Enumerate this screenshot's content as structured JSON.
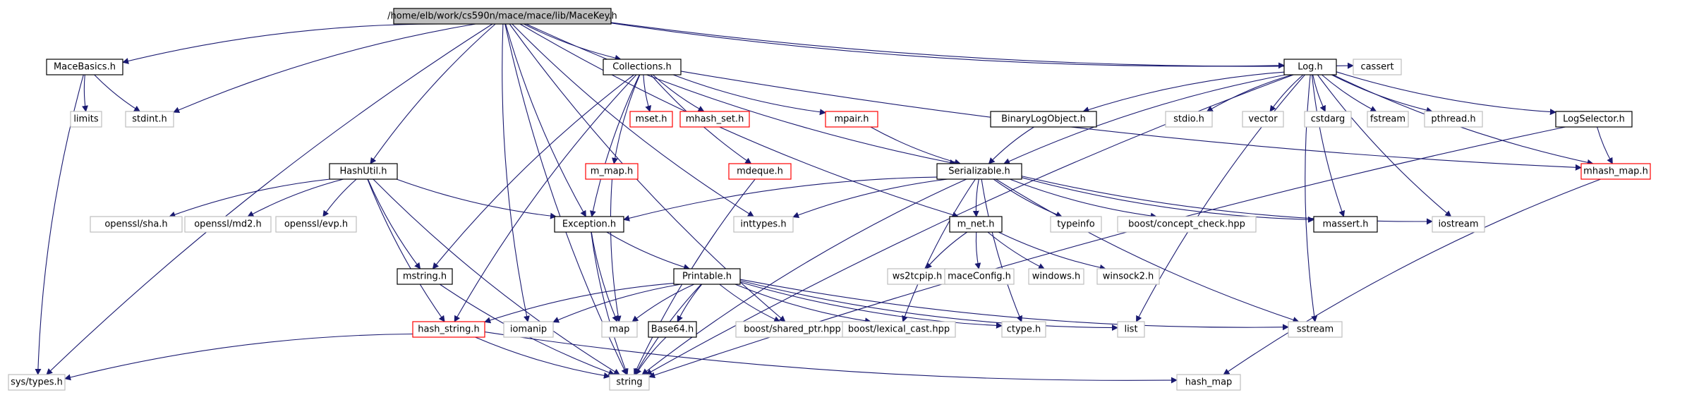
{
  "colors": {
    "edge": "#191970",
    "border_documented": "#000000",
    "border_external": "#bfbfbf",
    "border_incomplete": "#ff0000",
    "fill_root": "#bfbfbf",
    "fill_default": "#ffffff"
  },
  "nodes": [
    {
      "id": "macekey",
      "label": "/home/elb/work/cs590n/mace/mace/lib/MaceKey.h",
      "kind": "root"
    },
    {
      "id": "macebasics",
      "label": "MaceBasics.h",
      "kind": "documented"
    },
    {
      "id": "collections",
      "label": "Collections.h",
      "kind": "documented"
    },
    {
      "id": "log",
      "label": "Log.h",
      "kind": "documented"
    },
    {
      "id": "cassert",
      "label": "cassert",
      "kind": "external"
    },
    {
      "id": "limits",
      "label": "limits",
      "kind": "external"
    },
    {
      "id": "stdint",
      "label": "stdint.h",
      "kind": "external"
    },
    {
      "id": "mset",
      "label": "mset.h",
      "kind": "incomplete"
    },
    {
      "id": "mhashset",
      "label": "mhash_set.h",
      "kind": "incomplete"
    },
    {
      "id": "mpair",
      "label": "mpair.h",
      "kind": "incomplete"
    },
    {
      "id": "binlog",
      "label": "BinaryLogObject.h",
      "kind": "documented"
    },
    {
      "id": "stdio",
      "label": "stdio.h",
      "kind": "external"
    },
    {
      "id": "vector",
      "label": "vector",
      "kind": "external"
    },
    {
      "id": "cstdarg",
      "label": "cstdarg",
      "kind": "external"
    },
    {
      "id": "fstream",
      "label": "fstream",
      "kind": "external"
    },
    {
      "id": "pthread",
      "label": "pthread.h",
      "kind": "external"
    },
    {
      "id": "logselector",
      "label": "LogSelector.h",
      "kind": "documented"
    },
    {
      "id": "hashutil",
      "label": "HashUtil.h",
      "kind": "documented"
    },
    {
      "id": "mmap",
      "label": "m_map.h",
      "kind": "incomplete"
    },
    {
      "id": "mdeque",
      "label": "mdeque.h",
      "kind": "incomplete"
    },
    {
      "id": "serializable",
      "label": "Serializable.h",
      "kind": "documented"
    },
    {
      "id": "mhashmap",
      "label": "mhash_map.h",
      "kind": "incomplete"
    },
    {
      "id": "sha",
      "label": "openssl/sha.h",
      "kind": "external"
    },
    {
      "id": "md2",
      "label": "openssl/md2.h",
      "kind": "external"
    },
    {
      "id": "evp",
      "label": "openssl/evp.h",
      "kind": "external"
    },
    {
      "id": "exception",
      "label": "Exception.h",
      "kind": "documented"
    },
    {
      "id": "inttypes",
      "label": "inttypes.h",
      "kind": "external"
    },
    {
      "id": "mnet",
      "label": "m_net.h",
      "kind": "documented"
    },
    {
      "id": "typeinfo",
      "label": "typeinfo",
      "kind": "external"
    },
    {
      "id": "conceptcheck",
      "label": "boost/concept_check.hpp",
      "kind": "external"
    },
    {
      "id": "massert",
      "label": "massert.h",
      "kind": "documented"
    },
    {
      "id": "iostream",
      "label": "iostream",
      "kind": "external"
    },
    {
      "id": "ws2tcpip",
      "label": "ws2tcpip.h",
      "kind": "external"
    },
    {
      "id": "maceconfig",
      "label": "maceConfig.h",
      "kind": "external"
    },
    {
      "id": "windows",
      "label": "windows.h",
      "kind": "external"
    },
    {
      "id": "winsock2",
      "label": "winsock2.h",
      "kind": "external"
    },
    {
      "id": "mstring",
      "label": "mstring.h",
      "kind": "documented"
    },
    {
      "id": "printable",
      "label": "Printable.h",
      "kind": "documented"
    },
    {
      "id": "hashstring",
      "label": "hash_string.h",
      "kind": "incomplete"
    },
    {
      "id": "iomanip",
      "label": "iomanip",
      "kind": "external"
    },
    {
      "id": "map",
      "label": "map",
      "kind": "external"
    },
    {
      "id": "base64",
      "label": "Base64.h",
      "kind": "documented"
    },
    {
      "id": "sharedptr",
      "label": "boost/shared_ptr.hpp",
      "kind": "external"
    },
    {
      "id": "lexicalcast",
      "label": "boost/lexical_cast.hpp",
      "kind": "external"
    },
    {
      "id": "ctype",
      "label": "ctype.h",
      "kind": "external"
    },
    {
      "id": "list",
      "label": "list",
      "kind": "external"
    },
    {
      "id": "sstream",
      "label": "sstream",
      "kind": "external"
    },
    {
      "id": "systypes",
      "label": "sys/types.h",
      "kind": "external"
    },
    {
      "id": "string",
      "label": "string",
      "kind": "external"
    },
    {
      "id": "hashmap",
      "label": "hash_map",
      "kind": "external"
    }
  ],
  "edges": [
    [
      "macekey",
      "macebasics"
    ],
    [
      "macekey",
      "stdint"
    ],
    [
      "macekey",
      "collections"
    ],
    [
      "macekey",
      "log"
    ],
    [
      "macekey",
      "cassert"
    ],
    [
      "macekey",
      "systypes"
    ],
    [
      "macekey",
      "string"
    ],
    [
      "macekey",
      "hashutil"
    ],
    [
      "macekey",
      "exception"
    ],
    [
      "macekey",
      "iomanip"
    ],
    [
      "macekey",
      "inttypes"
    ],
    [
      "macekey",
      "sharedptr"
    ],
    [
      "macekey",
      "serializable"
    ],
    [
      "macekey",
      "mnet"
    ],
    [
      "macebasics",
      "limits"
    ],
    [
      "macebasics",
      "stdint"
    ],
    [
      "macebasics",
      "systypes"
    ],
    [
      "collections",
      "mset"
    ],
    [
      "collections",
      "mhashset"
    ],
    [
      "collections",
      "mpair"
    ],
    [
      "collections",
      "mmap"
    ],
    [
      "collections",
      "mdeque"
    ],
    [
      "collections",
      "mhashmap"
    ],
    [
      "collections",
      "mstring"
    ],
    [
      "collections",
      "hashstring"
    ],
    [
      "collections",
      "exception"
    ],
    [
      "log",
      "binlog"
    ],
    [
      "log",
      "stdio"
    ],
    [
      "log",
      "vector"
    ],
    [
      "log",
      "cstdarg"
    ],
    [
      "log",
      "fstream"
    ],
    [
      "log",
      "pthread"
    ],
    [
      "log",
      "logselector"
    ],
    [
      "log",
      "mhashmap"
    ],
    [
      "log",
      "serializable"
    ],
    [
      "log",
      "massert"
    ],
    [
      "log",
      "iostream"
    ],
    [
      "log",
      "list"
    ],
    [
      "log",
      "sstream"
    ],
    [
      "log",
      "string"
    ],
    [
      "binlog",
      "serializable"
    ],
    [
      "mpair",
      "serializable"
    ],
    [
      "logselector",
      "mhashmap"
    ],
    [
      "logselector",
      "string"
    ],
    [
      "mhashmap",
      "hashmap"
    ],
    [
      "hashutil",
      "sha"
    ],
    [
      "hashutil",
      "md2"
    ],
    [
      "hashutil",
      "evp"
    ],
    [
      "hashutil",
      "exception"
    ],
    [
      "hashutil",
      "mstring"
    ],
    [
      "hashutil",
      "hashstring"
    ],
    [
      "hashutil",
      "string"
    ],
    [
      "mmap",
      "map"
    ],
    [
      "mdeque",
      "string"
    ],
    [
      "serializable",
      "exception"
    ],
    [
      "serializable",
      "inttypes"
    ],
    [
      "serializable",
      "mnet"
    ],
    [
      "serializable",
      "typeinfo"
    ],
    [
      "serializable",
      "conceptcheck"
    ],
    [
      "serializable",
      "massert"
    ],
    [
      "serializable",
      "iostream"
    ],
    [
      "serializable",
      "sstream"
    ],
    [
      "serializable",
      "lexicalcast"
    ],
    [
      "serializable",
      "ctype"
    ],
    [
      "serializable",
      "string"
    ],
    [
      "mnet",
      "ws2tcpip"
    ],
    [
      "mnet",
      "maceconfig"
    ],
    [
      "mnet",
      "windows"
    ],
    [
      "mnet",
      "winsock2"
    ],
    [
      "exception",
      "printable"
    ],
    [
      "exception",
      "map"
    ],
    [
      "exception",
      "string"
    ],
    [
      "mstring",
      "string"
    ],
    [
      "printable",
      "hashstring"
    ],
    [
      "printable",
      "iomanip"
    ],
    [
      "printable",
      "map"
    ],
    [
      "printable",
      "base64"
    ],
    [
      "printable",
      "sharedptr"
    ],
    [
      "printable",
      "lexicalcast"
    ],
    [
      "printable",
      "ctype"
    ],
    [
      "printable",
      "list"
    ],
    [
      "printable",
      "sstream"
    ],
    [
      "printable",
      "string"
    ],
    [
      "hashstring",
      "systypes"
    ],
    [
      "hashstring",
      "string"
    ],
    [
      "hashstring",
      "hashmap"
    ],
    [
      "base64",
      "string"
    ]
  ]
}
